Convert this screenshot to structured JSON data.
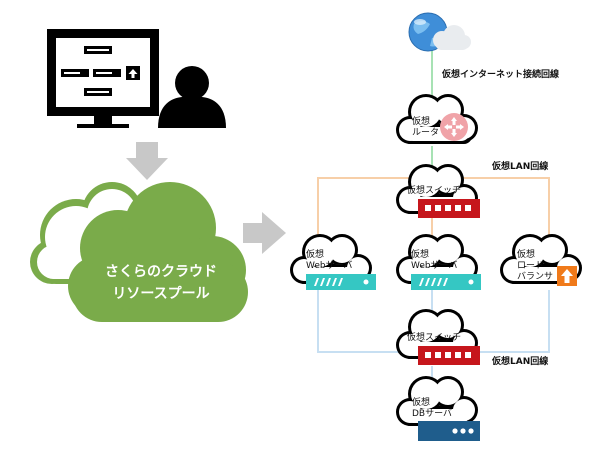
{
  "pool": {
    "line1": "さくらのクラウド",
    "line2": "リソースプール"
  },
  "labels": {
    "internet_line": "仮想インターネット接続回線",
    "lan_line_1": "仮想LAN回線",
    "lan_line_2": "仮想LAN回線"
  },
  "nodes": {
    "router": {
      "line1": "仮想",
      "line2": "ルータ"
    },
    "switch_top": {
      "line1": "仮想スイッチ"
    },
    "web_1": {
      "line1": "仮想",
      "line2": "Webサーバ"
    },
    "web_2": {
      "line1": "仮想",
      "line2": "Webサーバ"
    },
    "lb": {
      "line1": "仮想",
      "line2": "ロード",
      "line3": "バランサ"
    },
    "switch_bottom": {
      "line1": "仮想スイッチ"
    },
    "db": {
      "line1": "仮想",
      "line2": "DBサーバ"
    }
  },
  "colors": {
    "pool_green": "#7aab4a",
    "switch_red": "#c6161c",
    "web_teal": "#35c7c3",
    "db_blue": "#1f5d8c",
    "router_pink": "#f0a3a8",
    "lb_orange": "#f07a1a",
    "arrow_gray": "#c8c8c8",
    "line_orange": "#f7cfa8",
    "line_blue": "#c7dff2",
    "line_green": "#a7e2b4"
  }
}
